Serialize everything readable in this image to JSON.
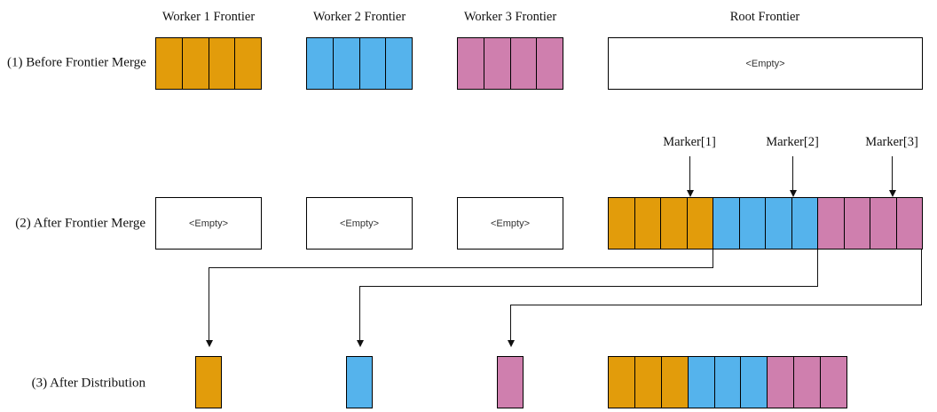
{
  "diagram": {
    "title_bar_present": false,
    "colors": {
      "orange": "#E29C0B",
      "blue": "#55B3EC",
      "pink": "#CF7FAE",
      "stroke": "#000000",
      "background": "#FFFFFF"
    },
    "column_titles": [
      {
        "id": "worker-1-frontier",
        "label": "Worker 1 Frontier"
      },
      {
        "id": "worker-2-frontier",
        "label": "Worker 2 Frontier"
      },
      {
        "id": "worker-3-frontier",
        "label": "Worker 3 Frontier"
      },
      {
        "id": "root-frontier",
        "label": "Root Frontier"
      }
    ],
    "row_labels": [
      {
        "id": "stage-1",
        "label": "(1) Before Frontier Merge"
      },
      {
        "id": "stage-2",
        "label": "(2) After Frontier Merge"
      },
      {
        "id": "stage-3",
        "label": "(3) After Distribution"
      }
    ],
    "empty_text": "<Empty>",
    "markers": [
      {
        "id": "marker-1",
        "label": "Marker[1]"
      },
      {
        "id": "marker-2",
        "label": "Marker[2]"
      },
      {
        "id": "marker-3",
        "label": "Marker[3]"
      }
    ],
    "stage_1": {
      "worker_1": {
        "cell_count": 4,
        "color": "orange"
      },
      "worker_2": {
        "cell_count": 4,
        "color": "blue"
      },
      "worker_3": {
        "cell_count": 4,
        "color": "pink"
      },
      "root": {
        "cell_count": 0,
        "state": "<Empty>"
      }
    },
    "stage_2": {
      "worker_1": {
        "cell_count": 0,
        "state": "<Empty>"
      },
      "worker_2": {
        "cell_count": 0,
        "state": "<Empty>"
      },
      "worker_3": {
        "cell_count": 0,
        "state": "<Empty>"
      },
      "root": {
        "cell_count": 12,
        "segments": [
          {
            "color": "orange",
            "count": 4
          },
          {
            "color": "blue",
            "count": 4
          },
          {
            "color": "pink",
            "count": 4
          }
        ]
      }
    },
    "stage_3": {
      "worker_1": {
        "cell_count": 1,
        "color": "orange"
      },
      "worker_2": {
        "cell_count": 1,
        "color": "blue"
      },
      "worker_3": {
        "cell_count": 1,
        "color": "pink"
      },
      "root": {
        "cell_count": 9,
        "segments": [
          {
            "color": "orange",
            "count": 3
          },
          {
            "color": "blue",
            "count": 3
          },
          {
            "color": "pink",
            "count": 3
          }
        ]
      }
    }
  }
}
